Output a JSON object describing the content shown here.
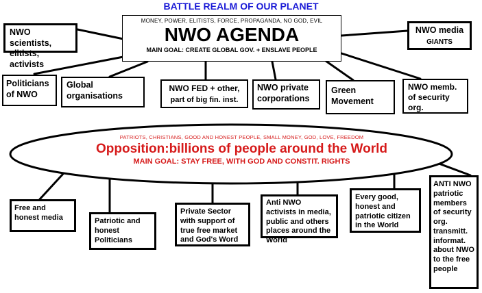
{
  "title": "BATTLE REALM OF OUR PLANET",
  "agenda": {
    "subtitle": "MONEY, POWER, ELITISTS, FORCE, PROPAGANDA, NO GOD, EVIL",
    "heading": "NWO AGENDA",
    "goal": "MAIN GOAL: CREATE GLOBAL GOV. + ENSLAVE PEOPLE"
  },
  "nwo_boxes": {
    "scientists": "NWO scientists, elitists, activists",
    "media": "NWO media",
    "media_sub": "GIANTS",
    "politicians": "Politicians of NWO",
    "global_orgs": "Global organisations",
    "fed": "NWO FED + other,",
    "fed_sub": "part of big fin. inst.",
    "private_corps": "NWO private corporations",
    "green": "Green Movement",
    "security": "NWO memb. of security org."
  },
  "opposition": {
    "subtitle": "PATRIOTS, CHRISTIANS, GOOD AND HONEST PEOPLE, SMALL MONEY, GOD, LOVE, FREEDOM",
    "heading": "Opposition:billions of people around the World",
    "goal": "MAIN GOAL: STAY FREE, WITH GOD  AND CONSTIT. RIGHTS"
  },
  "opp_boxes": {
    "media": "Free and honest media",
    "politicians": "Patriotic and honest Politicians",
    "private_sector": "Private Sector with support of true free market and God's Word",
    "activists": "Anti NWO activists in media, public and others places around the World",
    "citizen": "Every good, honest and patriotic citizen in the World",
    "security": "ANTI NWO patriotic members of security org. transmitt. informat. about NWO to the free people"
  }
}
